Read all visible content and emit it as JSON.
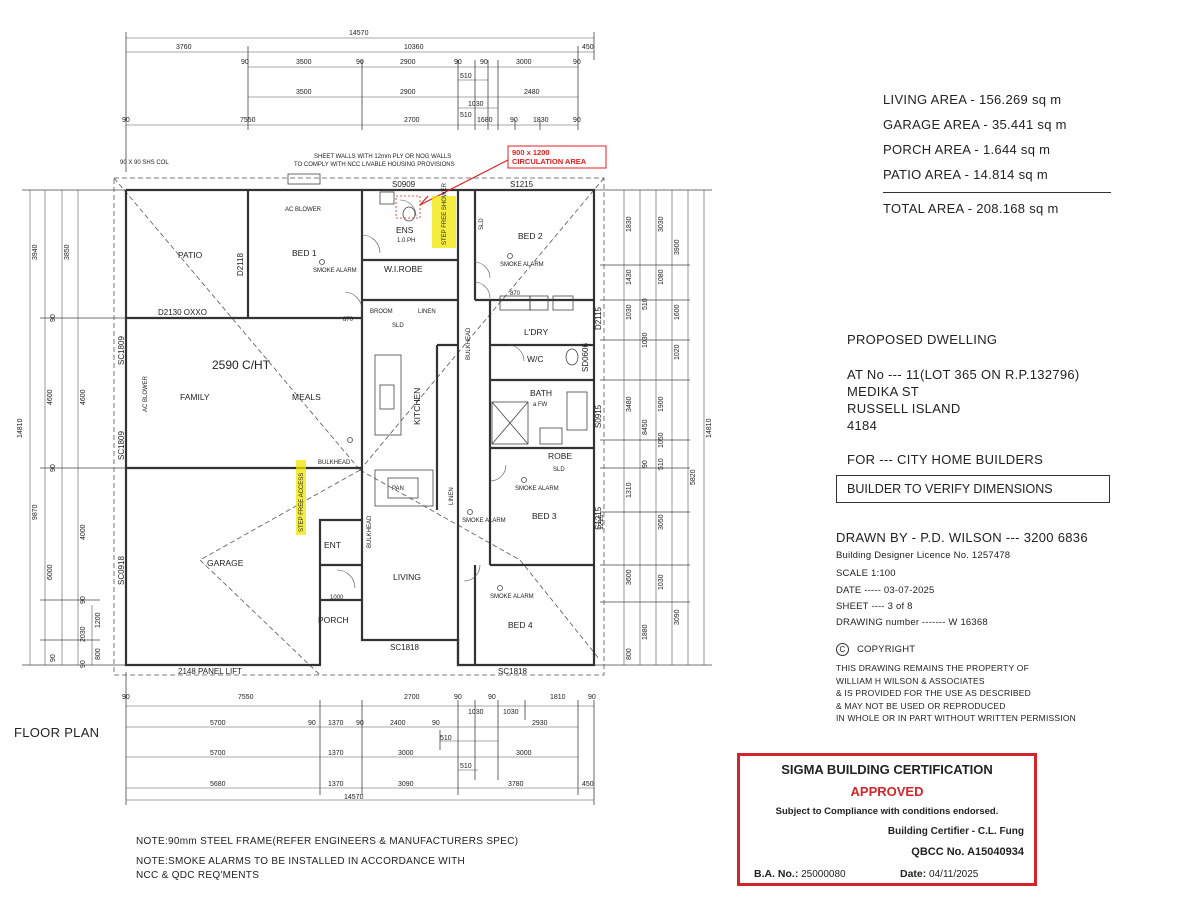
{
  "plan": {
    "top_dims": [
      "14570",
      "3760",
      "10360",
      "450",
      "90",
      "3500",
      "90",
      "2900",
      "90",
      "90",
      "3000",
      "90",
      "510",
      "3500",
      "2900",
      "2480",
      "1030",
      "510",
      "90",
      "7550",
      "2700",
      "1680",
      "90",
      "1830",
      "90"
    ],
    "bottom_dims": [
      "90",
      "7550",
      "2700",
      "90",
      "90",
      "1810",
      "90",
      "5700",
      "90",
      "1370",
      "90",
      "2400",
      "90",
      "1030",
      "1030",
      "2930",
      "510",
      "5700",
      "1370",
      "3000",
      "3000",
      "510",
      "5680",
      "1370",
      "3090",
      "3780",
      "450",
      "14570"
    ],
    "left_dims": [
      "3940",
      "3850",
      "90",
      "4600",
      "4600",
      "14810",
      "90",
      "9870",
      "4000",
      "6000",
      "90",
      "2030",
      "1200",
      "90",
      "800",
      "90"
    ],
    "right_dims": [
      "1830",
      "3030",
      "3900",
      "1430",
      "1080",
      "1030",
      "510",
      "1600",
      "1030",
      "1020",
      "3480",
      "1900",
      "8450",
      "1050",
      "14810",
      "90",
      "510",
      "5820",
      "1310",
      "1215",
      "3050",
      "3600",
      "1030",
      "1880",
      "3090",
      "800"
    ],
    "rooms": {
      "patio": "PATIO",
      "bed1": "BED 1",
      "ens": "ENS",
      "wirobe": "W.I.ROBE",
      "bed2": "BED 2",
      "family": "FAMILY",
      "meals": "MEALS",
      "ceiling": "2590 C/HT",
      "kitchen": "KITCHEN",
      "ldry": "L'DRY",
      "wc": "W/C",
      "bath": "BATH",
      "robe": "ROBE",
      "bed3": "BED 3",
      "garage": "GARAGE",
      "ent": "ENT",
      "living": "LIVING",
      "porch": "PORCH",
      "bed4": "BED 4",
      "pan": "PAN",
      "broom": "BROOM",
      "linen": "LINEN",
      "linen2": "LINEN"
    },
    "openings": {
      "s0909": "S0909",
      "s1215a": "S1215",
      "d2118": "D2118",
      "d2130": "D2130 OXXO",
      "sc1809a": "SC1809",
      "sc1809b": "SC1809",
      "sc0918": "SC0918",
      "d2115": "D2115",
      "sd0606": "SD0606",
      "s0915": "S0915",
      "s1215b": "S1215",
      "sc1818a": "SC1818",
      "sc1818b": "SC1818",
      "panel_lift": "2148 PANEL LIFT",
      "sld": "SLD",
      "sld2": "SLD",
      "sld3": "SLD"
    },
    "small": {
      "col": "90 X 90 SHS COL",
      "sheet_walls_1": "SHEET WALLS WITH 12mm PLY OR NOG WALLS",
      "sheet_walls_2": "TO COMPLY WITH NCC LIVABLE HOUSING PROVISIONS",
      "circ_1": "900 x 1200",
      "circ_2": "CIRCULATION AREA",
      "step_free_1": "STEP FREE SHOWER",
      "step_free_2": "STEP FREE ACCESS",
      "ac": "AC BLOWER",
      "ac2": "AC BLOWER",
      "smoke": "SMOKE ALARM",
      "bulkhead": "BULKHEAD",
      "bulkhead2": "BULKHEAD",
      "bulkhead3": "BULKHEAD",
      "fw": "a FW",
      "d870": "870",
      "d1000": "1000"
    }
  },
  "areas": {
    "living": "LIVING AREA - 156.269 sq m",
    "garage": "GARAGE AREA - 35.441 sq m",
    "porch": "PORCH AREA - 1.644 sq m",
    "patio": "PATIO AREA - 14.814 sq m",
    "total": "TOTAL AREA - 208.168 sq m"
  },
  "title_block": {
    "proposed": "PROPOSED  DWELLING",
    "at_no": "AT No --- 11(LOT 365 ON R.P.132796)",
    "street": "MEDIKA ST",
    "suburb": "RUSSELL ISLAND",
    "postcode": "4184",
    "for": "FOR --- CITY HOME BUILDERS",
    "verify": "BUILDER TO VERIFY DIMENSIONS",
    "drawn_by": "DRAWN BY  - P.D. WILSON --- 3200 6836",
    "licence": "Building Designer Licence No. 1257478",
    "scale": "SCALE 1:100",
    "date": "DATE ----- 03-07-2025",
    "sheet": "SHEET ----  3 of 8",
    "drawing_no": "DRAWING number ------- W 16368",
    "copyright_symbol": "C",
    "copyright": "COPYRIGHT",
    "copy_1": "THIS DRAWING REMAINS THE PROPERTY OF",
    "copy_2": "WILLIAM H WILSON & ASSOCIATES",
    "copy_3": "& IS PROVIDED FOR THE USE AS DESCRIBED",
    "copy_4": "& MAY NOT BE USED OR REPRODUCED",
    "copy_5": "IN WHOLE OR IN PART WITHOUT WRITTEN PERMISSION"
  },
  "floor_plan_label": "FLOOR PLAN",
  "notes": {
    "n1": "NOTE:90mm STEEL FRAME(REFER ENGINEERS & MANUFACTURERS SPEC)",
    "n2": "NOTE:SMOKE ALARMS TO BE INSTALLED IN ACCORDANCE WITH",
    "n3": "NCC & QDC REQ'MENTS"
  },
  "certification": {
    "title": "SIGMA BUILDING CERTIFICATION",
    "approved": "APPROVED",
    "subject": "Subject to Compliance with conditions endorsed.",
    "certifier": "Building Certifier - C.L. Fung",
    "qbcc": "QBCC No. A15040934",
    "ba_label": "B.A. No.:",
    "ba_value": "25000080",
    "date_label": "Date:",
    "date_value": "04/11/2025",
    "border_color": "#d3252a",
    "approved_color": "#d3252a"
  },
  "colors": {
    "highlight": "#f2e600",
    "circulation": "#e02020"
  }
}
